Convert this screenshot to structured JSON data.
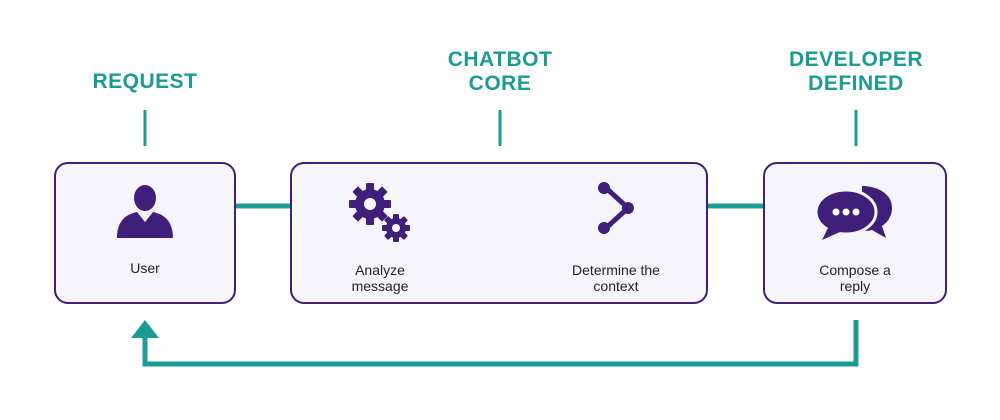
{
  "colors": {
    "teal": "#1a9c94",
    "purple": "#3f1f7a",
    "text": "#222222",
    "box_fill": "#f6f5fb"
  },
  "headers": {
    "request": "REQUEST",
    "chatbot_core_line1": "CHATBOT",
    "chatbot_core_line2": "CORE",
    "developer_line1": "DEVELOPER",
    "developer_line2": "DEFINED"
  },
  "nodes": {
    "user": {
      "label": "User",
      "icon": "user-icon"
    },
    "analyze": {
      "label_line1": "Analyze",
      "label_line2": "message",
      "icon": "gears-icon"
    },
    "context": {
      "label_line1": "Determine the",
      "label_line2": "context",
      "icon": "share-icon"
    },
    "compose": {
      "label_line1": "Compose a",
      "label_line2": "reply",
      "icon": "chat-bubbles-icon"
    }
  }
}
